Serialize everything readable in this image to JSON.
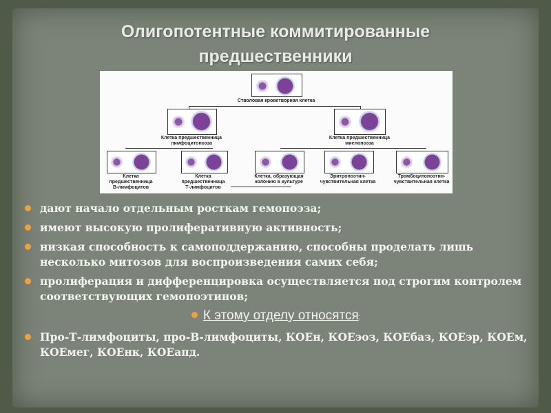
{
  "slide": {
    "title_line1": "Олигопотентные коммитированные",
    "title_line2": "предшественники"
  },
  "diagram": {
    "root": "Стволовая кроветворная клетка",
    "level2": [
      {
        "line1": "Клетка предшественница",
        "line2": "лимфоцитопоэза"
      },
      {
        "line1": "Клетка предшественница",
        "line2": "миелопоэза"
      }
    ],
    "level3": [
      {
        "line1": "Клетка",
        "line2": "предшественница",
        "line3": "В-лимфоцитов"
      },
      {
        "line1": "Клетка",
        "line2": "предшественница",
        "line3": "Т-лимфоцитов"
      },
      {
        "line1": "Клетка, образующая",
        "line2": "колонию в культуре",
        "line3": ""
      },
      {
        "line1": "Эритропоэтин-",
        "line2": "чувствительная клетка",
        "line3": ""
      },
      {
        "line1": "Тромбоцитопоэтин-",
        "line2": "чувствительная клетка",
        "line3": ""
      }
    ]
  },
  "bullets": [
    "дают начало отдельным росткам гемопоэза;",
    "имеют высокую пролиферативную активность;",
    "низкая способность к самоподдержанию, способны проделать лишь несколько митозов для воспроизведения самих себя;",
    "пролиферация и дифференцировка осуществляется под строгим контролем соответствующих гемопоэтинов;"
  ],
  "subheading": {
    "text": "К этому отделу относятся",
    "suffix": ":"
  },
  "final_bullet": "Про-Т-лимфоциты, про-В-лимфоциты, КОЕн, КОЕэоз, КОЕбаз, КОЕэр, КОЕм, КОЕмег, КОЕнк, КОЕапд.",
  "colors": {
    "bullet": "#f0a040",
    "background": "#4f5a49",
    "panel": "#7c8479"
  }
}
